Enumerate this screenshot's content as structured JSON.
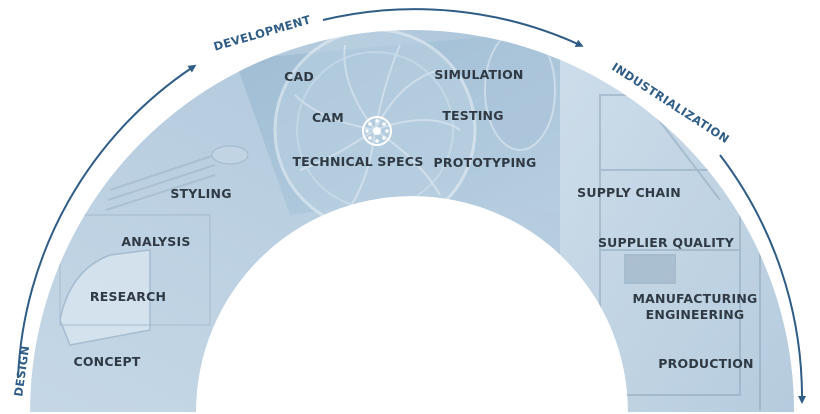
{
  "phases": {
    "design": "DESIGN",
    "development": "DEVELOPMENT",
    "industrialization": "INDUSTRIALIZATION"
  },
  "design_items": {
    "styling": "STYLING",
    "analysis": "ANALYSIS",
    "research": "RESEARCH",
    "concept": "CONCEPT"
  },
  "development_items": {
    "cad": "CAD",
    "cam": "CAM",
    "technical_specs": "TECHNICAL SPECS",
    "simulation": "SIMULATION",
    "testing": "TESTING",
    "prototyping": "PROTOTYPING"
  },
  "industrialization_items": {
    "supply_chain": "SUPPLY CHAIN",
    "supplier_quality": "SUPPLIER QUALITY",
    "manufacturing_engineering_line1": "MANUFACTURING",
    "manufacturing_engineering_line2": "ENGINEERING",
    "production": "PRODUCTION"
  },
  "colors": {
    "design_band": "#b7cee0",
    "development_band": "#a7c3d8",
    "industrialization_band": "#c3d6e6",
    "arrow": "#2f5d86",
    "label_text": "#2f3a44"
  },
  "icons": {
    "fan_hub": "fan-hub-icon"
  }
}
